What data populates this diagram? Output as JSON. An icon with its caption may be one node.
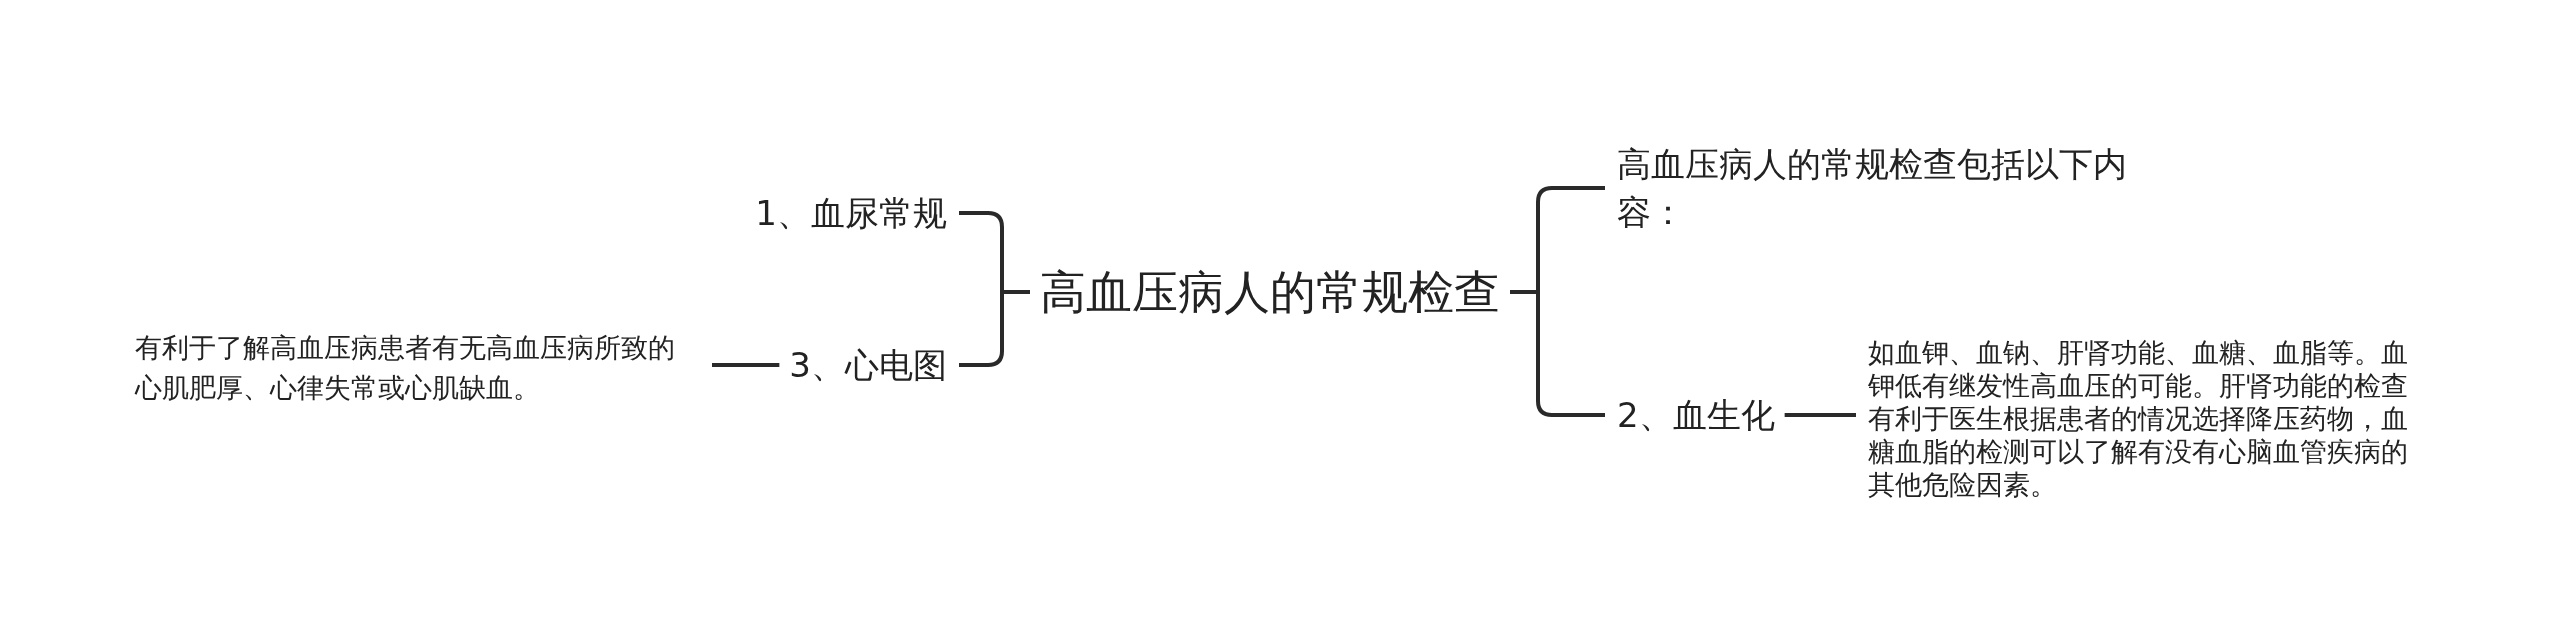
{
  "diagram": {
    "nodes": [
      {
        "text": [
          "高血压病人的常规检查"
        ]
      },
      {
        "text": [
          "1、血尿常规"
        ]
      },
      {
        "text": [
          "3、心电图"
        ]
      },
      {
        "text": [
          "有利于了解高血压病患者有无高血压病所致的心肌肥厚、心律失常或心肌缺血。"
        ]
      },
      {
        "text": [
          "高血压病人的常规检查包括以下内容："
        ]
      },
      {
        "text": [
          "2、血生化"
        ]
      },
      {
        "text": [
          "如血钾、血钠、肝肾功能、血糖、血脂等。血钾低有继发性高血压的可能。肝肾功能的检查有利于医生根据患者的情况选择降压药物，血糖血脂的检测可以了解有没有心脑血管疾病的其他危险因素。"
        ]
      }
    ],
    "edges": [
      {
        "from": 0,
        "to": 1,
        "arrow": "none"
      },
      {
        "from": 0,
        "to": 2,
        "arrow": "none"
      },
      {
        "from": 2,
        "to": 3,
        "arrow": "none"
      },
      {
        "from": 0,
        "to": 4,
        "arrow": "none"
      },
      {
        "from": 0,
        "to": 5,
        "arrow": "none"
      },
      {
        "from": 5,
        "to": 6,
        "arrow": "none"
      }
    ]
  }
}
